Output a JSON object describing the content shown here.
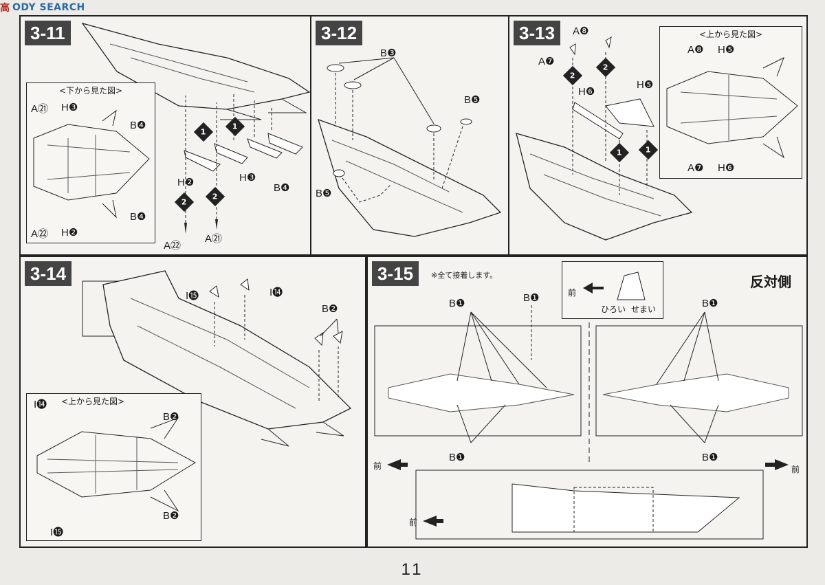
{
  "watermark": {
    "logo": "高",
    "text": "ODY SEARCH"
  },
  "page_number": "11",
  "steps": {
    "s11": {
      "label": "3-11",
      "inset_title": "<下から見た図>",
      "inset_labels": [
        "A㉑",
        "H❸",
        "B❹",
        "B❹",
        "A㉒",
        "H❷"
      ],
      "parts": [
        "H❷",
        "H❸",
        "B❹",
        "A㉒",
        "A㉑"
      ],
      "seq": [
        "1",
        "1",
        "2",
        "2"
      ]
    },
    "s12": {
      "label": "3-12",
      "parts": [
        "B❸",
        "B❺",
        "B❺"
      ]
    },
    "s13": {
      "label": "3-13",
      "parts": [
        "A❽",
        "A❼",
        "H❻",
        "H❺"
      ],
      "seq": [
        "2",
        "2",
        "1",
        "1"
      ],
      "inset_title": "<上から見た図>",
      "inset_labels": [
        "A❽",
        "H❺",
        "A❼",
        "H❻"
      ]
    },
    "s14": {
      "label": "3-14",
      "parts": [
        "I⓯",
        "I⓮",
        "B❷"
      ],
      "inset_title": "<上から見た図>",
      "inset_labels": [
        "I⓮",
        "B❷",
        "B❷",
        "I⓯"
      ]
    },
    "s15": {
      "label": "3-15",
      "note": "※全て接着します。",
      "opposite": "反対側",
      "detail_front": "前",
      "detail_wide": "ひろい",
      "detail_narrow": "せまい",
      "parts": [
        "B❶",
        "B❶",
        "B❶",
        "B❶",
        "B❶"
      ],
      "front_left": "前",
      "front_right": "前",
      "front_bottom": "前"
    }
  }
}
